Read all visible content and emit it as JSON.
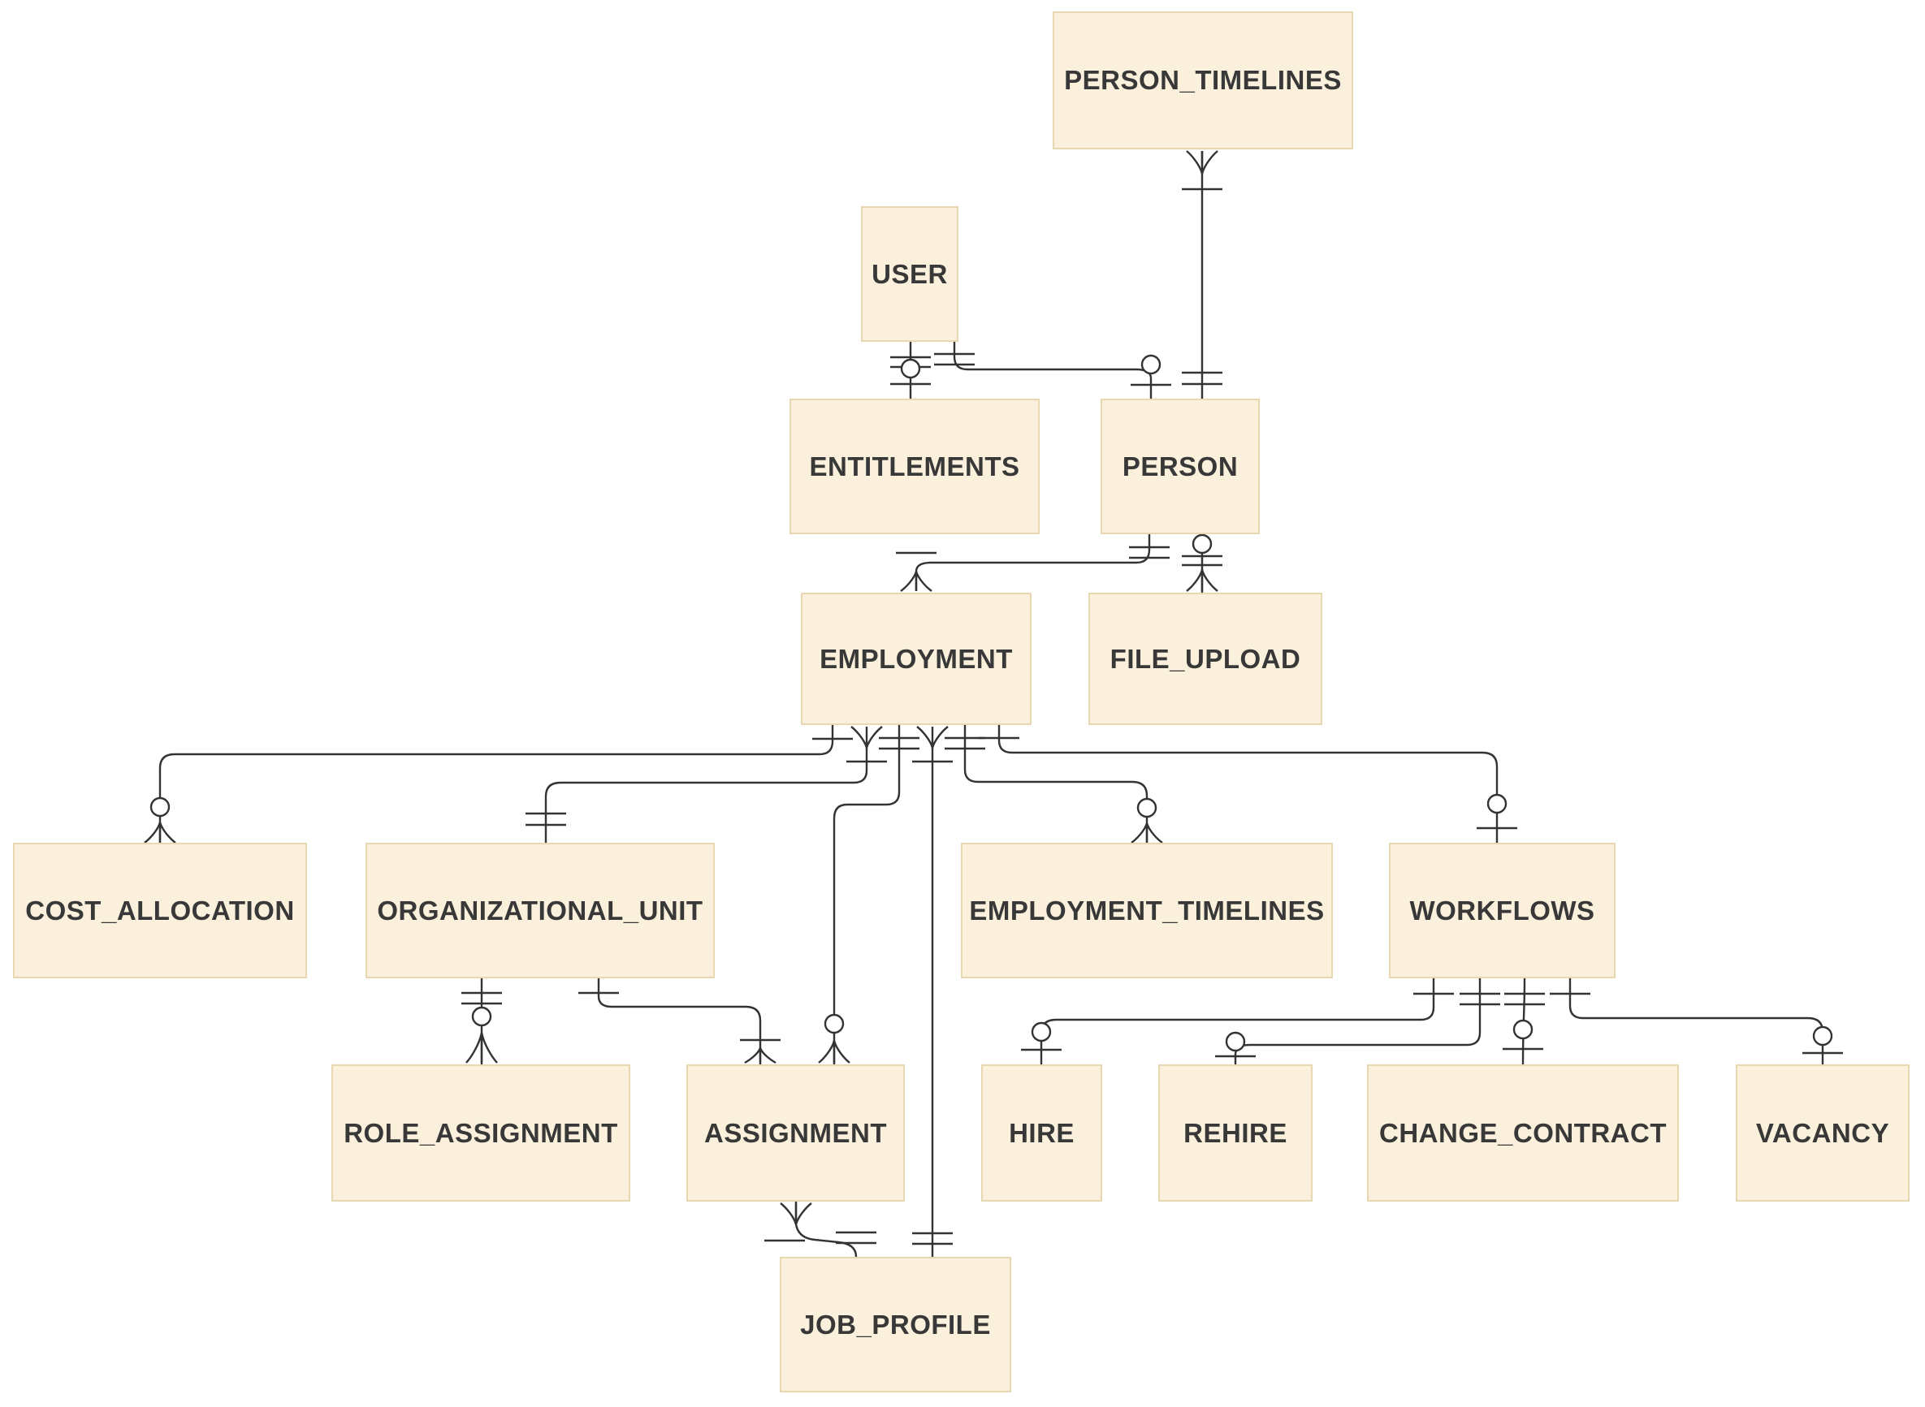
{
  "diagram": {
    "type": "entity-relationship-diagram",
    "background": "#ffffff",
    "entity_fill": "#faf0db",
    "entity_border": "#e8d8b2",
    "entity_text_color": "#383838",
    "line_color": "#333333"
  },
  "entities": {
    "person_timelines": {
      "label": "PERSON_TIMELINES"
    },
    "user": {
      "label": "USER"
    },
    "entitlements": {
      "label": "ENTITLEMENTS"
    },
    "person": {
      "label": "PERSON"
    },
    "employment": {
      "label": "EMPLOYMENT"
    },
    "file_upload": {
      "label": "FILE_UPLOAD"
    },
    "cost_allocation": {
      "label": "COST_ALLOCATION"
    },
    "organizational_unit": {
      "label": "ORGANIZATIONAL_UNIT"
    },
    "employment_timelines": {
      "label": "EMPLOYMENT_TIMELINES"
    },
    "workflows": {
      "label": "WORKFLOWS"
    },
    "role_assignment": {
      "label": "ROLE_ASSIGNMENT"
    },
    "assignment": {
      "label": "ASSIGNMENT"
    },
    "hire": {
      "label": "HIRE"
    },
    "rehire": {
      "label": "REHIRE"
    },
    "change_contract": {
      "label": "CHANGE_CONTRACT"
    },
    "vacancy": {
      "label": "VACANCY"
    },
    "job_profile": {
      "label": "JOB_PROFILE"
    }
  },
  "relationships": [
    {
      "from": "PERSON",
      "to": "PERSON_TIMELINES",
      "from_cardinality": "exactly-one",
      "to_cardinality": "one-or-more"
    },
    {
      "from": "USER",
      "to": "ENTITLEMENTS",
      "from_cardinality": "zero-or-one",
      "to_cardinality": "exactly-one"
    },
    {
      "from": "USER",
      "to": "PERSON",
      "from_cardinality": "exactly-one",
      "to_cardinality": "zero-or-one"
    },
    {
      "from": "PERSON",
      "to": "EMPLOYMENT",
      "from_cardinality": "exactly-one",
      "to_cardinality": "one-or-more"
    },
    {
      "from": "PERSON",
      "to": "FILE_UPLOAD",
      "from_cardinality": "zero-or-one",
      "to_cardinality": "one-or-more"
    },
    {
      "from": "EMPLOYMENT",
      "to": "COST_ALLOCATION",
      "from_cardinality": "one",
      "to_cardinality": "zero-or-more"
    },
    {
      "from": "EMPLOYMENT",
      "to": "ORGANIZATIONAL_UNIT",
      "from_cardinality": "one-or-more",
      "to_cardinality": "exactly-one"
    },
    {
      "from": "EMPLOYMENT",
      "to": "ASSIGNMENT",
      "from_cardinality": "exactly-one",
      "to_cardinality": "zero-or-more"
    },
    {
      "from": "EMPLOYMENT",
      "to": "JOB_PROFILE",
      "from_cardinality": "one-or-more",
      "to_cardinality": "exactly-one"
    },
    {
      "from": "EMPLOYMENT",
      "to": "EMPLOYMENT_TIMELINES",
      "from_cardinality": "exactly-one",
      "to_cardinality": "zero-or-more"
    },
    {
      "from": "EMPLOYMENT",
      "to": "WORKFLOWS",
      "from_cardinality": "one",
      "to_cardinality": "zero-or-one"
    },
    {
      "from": "ORGANIZATIONAL_UNIT",
      "to": "ROLE_ASSIGNMENT",
      "from_cardinality": "exactly-one",
      "to_cardinality": "zero-or-more"
    },
    {
      "from": "ORGANIZATIONAL_UNIT",
      "to": "ASSIGNMENT",
      "from_cardinality": "one",
      "to_cardinality": "one-or-more"
    },
    {
      "from": "ASSIGNMENT",
      "to": "JOB_PROFILE",
      "from_cardinality": "one-or-more",
      "to_cardinality": "exactly-one"
    },
    {
      "from": "WORKFLOWS",
      "to": "HIRE",
      "from_cardinality": "exactly-one",
      "to_cardinality": "zero-or-one"
    },
    {
      "from": "WORKFLOWS",
      "to": "REHIRE",
      "from_cardinality": "exactly-one",
      "to_cardinality": "zero-or-one"
    },
    {
      "from": "WORKFLOWS",
      "to": "CHANGE_CONTRACT",
      "from_cardinality": "exactly-one",
      "to_cardinality": "zero-or-one"
    },
    {
      "from": "WORKFLOWS",
      "to": "VACANCY",
      "from_cardinality": "exactly-one",
      "to_cardinality": "zero-or-one"
    }
  ]
}
